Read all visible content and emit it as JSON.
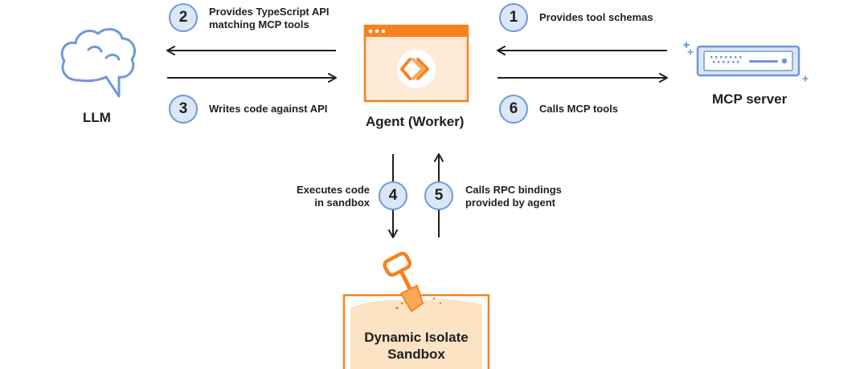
{
  "nodes": {
    "llm": "LLM",
    "agent": "Agent (Worker)",
    "mcp_server": "MCP server",
    "sandbox": [
      "Dynamic Isolate",
      "Sandbox"
    ]
  },
  "steps": [
    {
      "number": "1",
      "lines": [
        "Provides tool schemas"
      ]
    },
    {
      "number": "2",
      "lines": [
        "Provides TypeScript API",
        "matching MCP tools"
      ]
    },
    {
      "number": "3",
      "lines": [
        "Writes code against API"
      ]
    },
    {
      "number": "4",
      "lines": [
        "Executes code",
        "in sandbox"
      ]
    },
    {
      "number": "5",
      "lines": [
        "Calls RPC bindings",
        "provided by agent"
      ]
    },
    {
      "number": "6",
      "lines": [
        "Calls MCP tools"
      ]
    }
  ],
  "icons": {
    "llm": "brain-cloud-icon",
    "agent": "browser-window-icon",
    "mcp_server": "server-icon",
    "sandbox": "shovel-icon"
  },
  "colors": {
    "step_fill": "#dbe6f7",
    "step_border": "#6f98da",
    "icon_blue": "#6f98da",
    "orange": "#f6821f",
    "orange_light": "#fde6cd",
    "sand": "#fbe3c4",
    "arrow": "#1f1f1f"
  }
}
